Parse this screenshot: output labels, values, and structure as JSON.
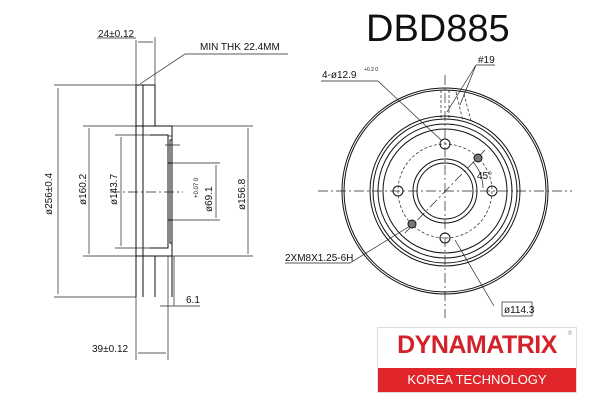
{
  "title": "DBD885",
  "side_view": {
    "thickness": "24±0.12",
    "min_thickness": "MIN THK 22.4MM",
    "outer_diameter": "ø256±0.4",
    "diameter_160": "ø160.2",
    "diameter_143": "ø143.7",
    "bore_diameter": "ø69.1",
    "bore_tolerance": "+0.07 0",
    "hat_diameter": "ø156.8",
    "hat_offset": "6.1",
    "total_height": "39±0.12"
  },
  "front_view": {
    "bolt_holes": "4-ø12.9",
    "bolt_tolerance": "+0.2 0",
    "vent_label": "#19",
    "angle": "45°",
    "threads": "2XM8X1.25-6H",
    "pcd": "ø114.3"
  },
  "logo": {
    "brand": "DYNAMATRIX",
    "registered": "®",
    "tagline": "KOREA TECHNOLOGY",
    "brand_color": "#d2232a"
  }
}
